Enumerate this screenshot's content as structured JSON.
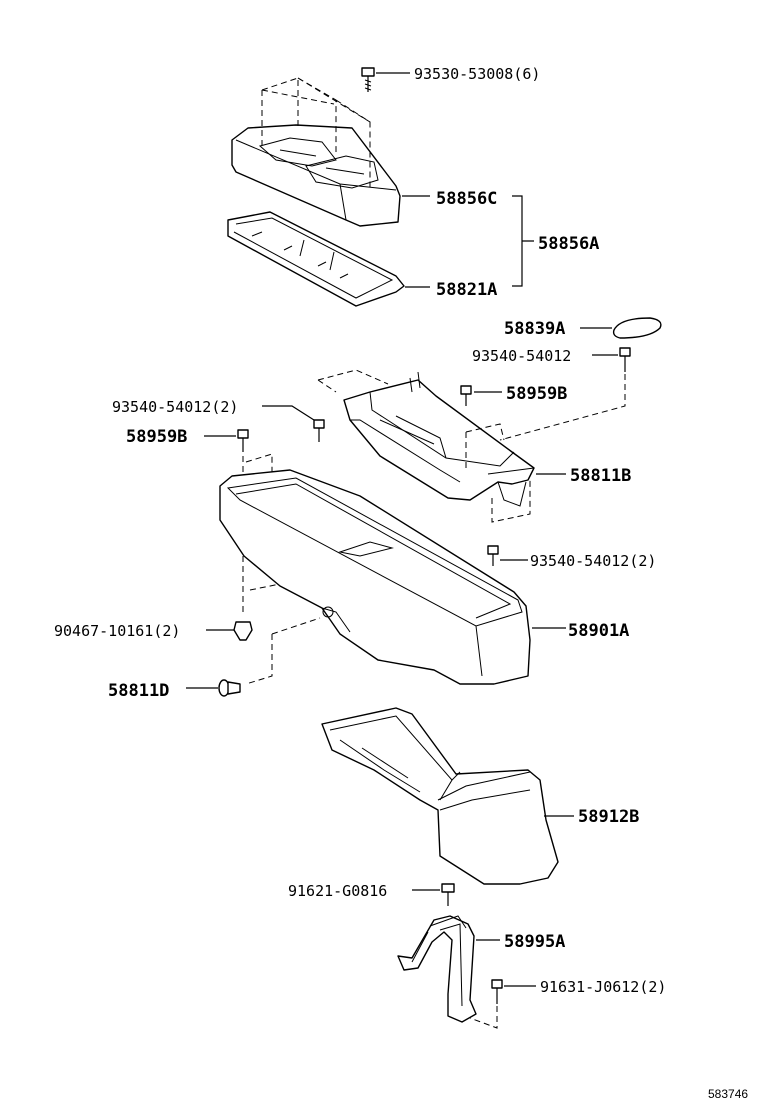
{
  "labels": {
    "p93530": "93530-53008(6)",
    "p58856c": "58856C",
    "p58856a": "58856A",
    "p58821a": "58821A",
    "p58839a": "58839A",
    "p93540_a": "93540-54012",
    "p58959b_r": "58959B",
    "p93540_b": "93540-54012(2)",
    "p58959b_l": "58959B",
    "p58811b": "58811B",
    "p93540_c": "93540-54012(2)",
    "p90467": "90467-10161(2)",
    "p58901a": "58901A",
    "p58811d": "58811D",
    "p58912b": "58912B",
    "p91621": "91621-G0816",
    "p58995a": "58995A",
    "p91631": "91631-J0612(2)"
  },
  "figure_id": "583746"
}
